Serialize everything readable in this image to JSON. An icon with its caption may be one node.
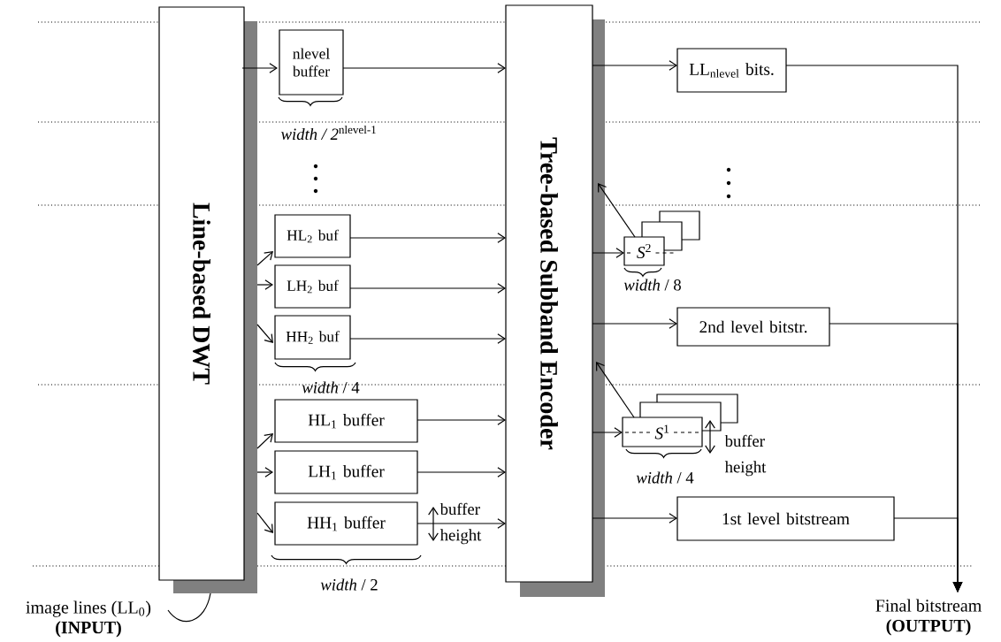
{
  "diagram": {
    "nodes": [
      {
        "text": [
          "Line-based DWT"
        ]
      },
      {
        "text": [
          "nlevel buffer"
        ]
      },
      {
        "text": [
          "HL$_{2}$ buf"
        ]
      },
      {
        "text": [
          "LH$_{2}$ buf"
        ]
      },
      {
        "text": [
          "HH$_{2}$ buf"
        ]
      },
      {
        "text": [
          "HL$_{1}$ buffer"
        ]
      },
      {
        "text": [
          "LH$_{1}$ buffer"
        ]
      },
      {
        "text": [
          "HH$_{1}$ buffer"
        ]
      },
      {
        "text": [
          "Tree-based Subband Encoder"
        ]
      },
      {
        "text": [
          "LL$_{nlevel}$ bits."
        ]
      },
      {
        "text": [
          "*S*$^{2}$"
        ]
      },
      {
        "text": [
          "2nd level bitstr."
        ]
      },
      {
        "text": [
          "*S*$^{1}$"
        ]
      },
      {
        "text": [
          "1st level bitstream"
        ]
      },
      {
        "text": [
          "image lines (LL$_{0}$)",
          "(INPUT)"
        ]
      },
      {
        "text": [
          "Final bitstream",
          "(OUTPUT)"
        ]
      }
    ],
    "edges": [
      {
        "from": 0,
        "to": 1,
        "arrow": "to"
      },
      {
        "from": 0,
        "to": 2,
        "arrow": "to"
      },
      {
        "from": 0,
        "to": 3,
        "arrow": "to"
      },
      {
        "from": 0,
        "to": 4,
        "arrow": "to"
      },
      {
        "from": 0,
        "to": 5,
        "arrow": "to"
      },
      {
        "from": 0,
        "to": 6,
        "arrow": "to"
      },
      {
        "from": 0,
        "to": 7,
        "arrow": "to"
      },
      {
        "from": 1,
        "to": 8,
        "arrow": "to"
      },
      {
        "from": 2,
        "to": 8,
        "arrow": "to"
      },
      {
        "from": 3,
        "to": 8,
        "arrow": "to"
      },
      {
        "from": 4,
        "to": 8,
        "arrow": "to"
      },
      {
        "from": 5,
        "to": 8,
        "arrow": "to"
      },
      {
        "from": 6,
        "to": 8,
        "arrow": "to"
      },
      {
        "from": 7,
        "to": 8,
        "arrow": "to"
      },
      {
        "from": 8,
        "to": 9,
        "arrow": "to"
      },
      {
        "from": 8,
        "to": 10,
        "arrow": "to"
      },
      {
        "from": 8,
        "to": 11,
        "arrow": "to"
      },
      {
        "from": 8,
        "to": 12,
        "arrow": "to"
      },
      {
        "from": 8,
        "to": 13,
        "arrow": "to"
      },
      {
        "from": 10,
        "to": 8,
        "arrow": "to"
      },
      {
        "from": 12,
        "to": 8,
        "arrow": "to"
      },
      {
        "from": 9,
        "to": 15,
        "arrow": "to"
      },
      {
        "from": 11,
        "to": 15,
        "arrow": "to"
      },
      {
        "from": 13,
        "to": 15,
        "arrow": "to"
      },
      {
        "from": 14,
        "to": 0,
        "arrow": "none"
      }
    ],
    "labels": [
      "*width / 2*$^{nlevel-1}$",
      "*width* / 8",
      "*width* / 4",
      "buffer height",
      "*width* / 4",
      "buffer height",
      "*width* / 2"
    ]
  }
}
